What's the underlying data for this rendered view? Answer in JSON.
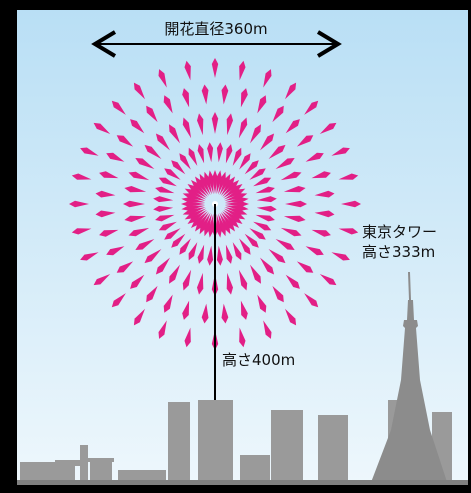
{
  "diagram": {
    "width_label": "開花直径360m",
    "height_label": "高さ400m",
    "tower_name": "東京タワー",
    "tower_height": "高さ333m"
  },
  "colors": {
    "frame": "#000000",
    "sky_top": "#b9dff5",
    "sky_bottom": "#eef7fc",
    "firework": "#e21f86",
    "buildings": "#9a9a9a",
    "tower": "#8c8c8c",
    "ground": "#808080",
    "line": "#000000"
  },
  "icons": [
    "firework-burst-icon",
    "tokyo-tower-icon",
    "skyline-icon",
    "double-arrow-icon"
  ]
}
